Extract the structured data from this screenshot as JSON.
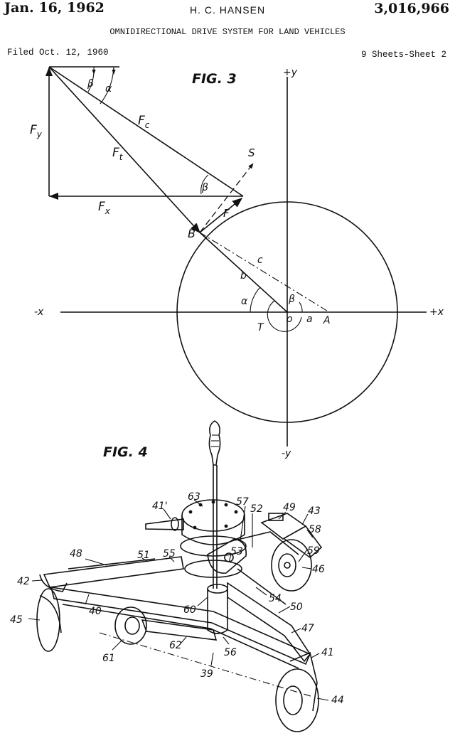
{
  "header": {
    "date": "Jan. 16, 1962",
    "inventor": "H. C. HANSEN",
    "patent_number": "3,016,966",
    "title": "OMNIDIRECTIONAL DRIVE SYSTEM FOR LAND VEHICLES",
    "filed": "Filed Oct. 12, 1960",
    "sheets": "9 Sheets-Sheet 2"
  },
  "fig3": {
    "label": "FIG. 3",
    "axis_labels": {
      "pos_x": "+x",
      "neg_x": "-x",
      "pos_y": "+y",
      "neg_y": "-y"
    },
    "vectors": {
      "fy": "F",
      "fy_sub": "y",
      "fx": "F",
      "fx_sub": "x",
      "fc": "F",
      "fc_sub": "c",
      "ft": "F",
      "ft_sub": "t",
      "f": "F",
      "s": "S"
    },
    "points": {
      "b": "B",
      "o": "o",
      "a_point": "A"
    },
    "segments": {
      "a": "a",
      "b": "b",
      "c": "c"
    },
    "angles": {
      "alpha": "α",
      "beta": "β",
      "t": "T"
    }
  },
  "fig4": {
    "label": "FIG. 4",
    "refs": {
      "r41p": "41'",
      "r63": "63",
      "r57": "57",
      "r52": "52",
      "r49": "49",
      "r43": "43",
      "r58": "58",
      "r59": "59",
      "r46": "46",
      "r53": "53",
      "r48": "48",
      "r51": "51",
      "r55": "55",
      "r42": "42",
      "r40": "40",
      "r60": "60",
      "r54": "54",
      "r50": "50",
      "r45": "45",
      "r47": "47",
      "r61": "61",
      "r62": "62",
      "r56": "56",
      "r41": "41",
      "r39": "39",
      "r44": "44"
    }
  }
}
